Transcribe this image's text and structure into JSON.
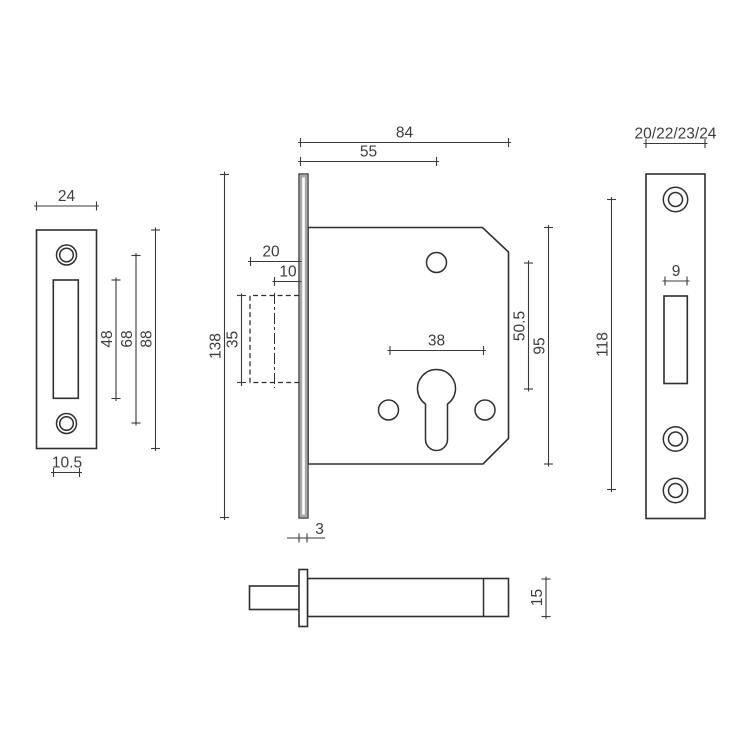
{
  "drawing": {
    "strike_plate": {
      "width": "24",
      "slot_height": "48",
      "hole_spacing": "68",
      "height": "88",
      "slot_width": "10.5"
    },
    "lock_case": {
      "width": "84",
      "backset": "55",
      "bolt_throw": "20",
      "bolt_half_throw": "10",
      "bolt_height": "35",
      "faceplate_height": "138",
      "fixing_hole_spacing": "38",
      "hub_to_cylinder": "50.5",
      "height": "95",
      "faceplate_thickness": "3"
    },
    "face_plate": {
      "width_options": "20/22/23/24",
      "slot_width": "9",
      "hole_spacing": "118"
    },
    "side_view": {
      "case_thickness": "15"
    },
    "colors": {
      "line": "#2f2f2f",
      "dimension": "#3a3a3a",
      "text": "#3d3d3d",
      "faceplate_shade": "#a8a8a8",
      "background": "#ffffff"
    }
  }
}
